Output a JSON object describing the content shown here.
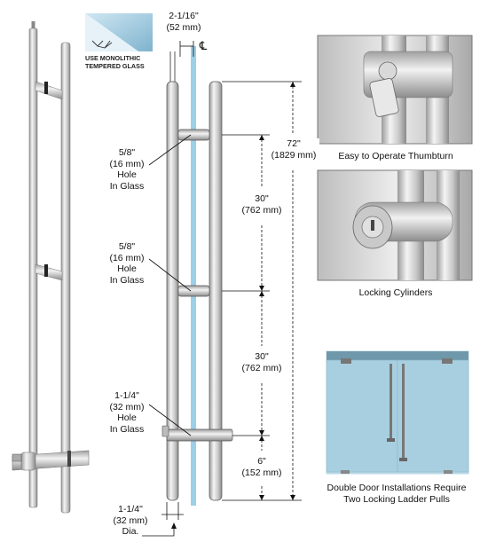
{
  "badge": {
    "line1": "USE MONOLITHIC",
    "line2": "TEMPERED GLASS"
  },
  "dimensions": {
    "glass_offset": [
      "2-1/16\"",
      "(52 mm)"
    ],
    "centerline": "℄",
    "hole_top": [
      "5/8\"",
      "(16 mm)",
      "Hole",
      "In Glass"
    ],
    "hole_mid": [
      "5/8\"",
      "(16 mm)",
      "Hole",
      "In Glass"
    ],
    "hole_bottom": [
      "1-1/4\"",
      "(32 mm)",
      "Hole",
      "In Glass"
    ],
    "overall_length": [
      "72\"",
      "(1829 mm)"
    ],
    "spacing_upper": [
      "30\"",
      "(762 mm)"
    ],
    "spacing_lower": [
      "30\"",
      "(762 mm)"
    ],
    "bottom_offset": [
      "6\"",
      "(152 mm)"
    ],
    "diameter": [
      "1-1/4\"",
      "(32 mm)",
      "Dia."
    ]
  },
  "photos": [
    {
      "caption": "Easy to Operate Thumbturn",
      "icon": "thumbturn-photo"
    },
    {
      "caption": "Locking Cylinders",
      "icon": "locking-cylinder-photo"
    },
    {
      "caption_line1": "Double Door Installations Require",
      "caption_line2": "Two Locking Ladder Pulls",
      "icon": "double-door-photo"
    }
  ],
  "colors": {
    "glass": "#9ccfe8",
    "steel": "#d8d8d8",
    "line": "#111111"
  }
}
